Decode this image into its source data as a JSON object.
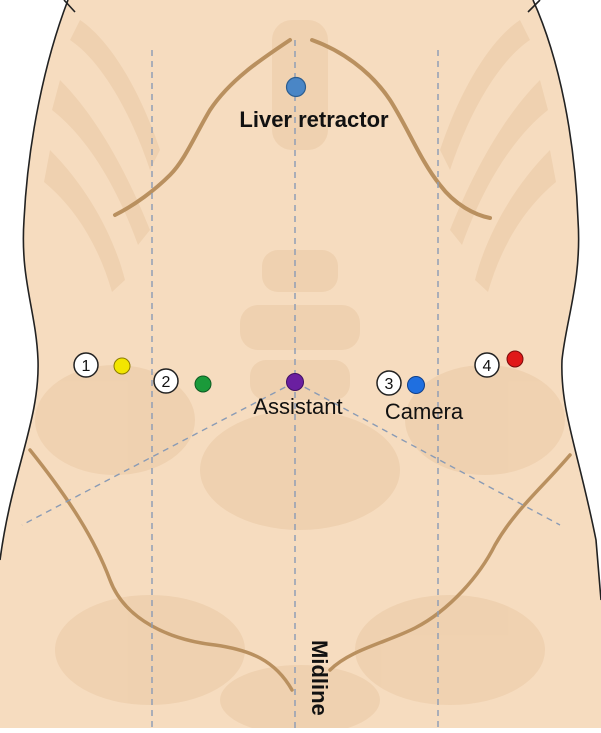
{
  "labels": {
    "liver_retractor": "Liver retractor",
    "assistant": "Assistant",
    "camera": "Camera",
    "midline": "Midline"
  },
  "ports": [
    {
      "name": "port-1",
      "number": "1",
      "color": "#f2e600"
    },
    {
      "name": "port-2",
      "number": "2",
      "color": "#1a9a3a"
    },
    {
      "name": "port-3",
      "number": "3",
      "color": "#1f6fe0"
    },
    {
      "name": "port-4",
      "number": "4",
      "color": "#e01818"
    }
  ],
  "colors": {
    "skin": "#f6dcbf",
    "skin_outline": "#222222",
    "bone": "#efd1b0",
    "rib_line": "#b9905f",
    "guide_line": "#8a9bb5",
    "liver_dot": "#4a86c6",
    "assistant_dot": "#6a1fa0"
  }
}
